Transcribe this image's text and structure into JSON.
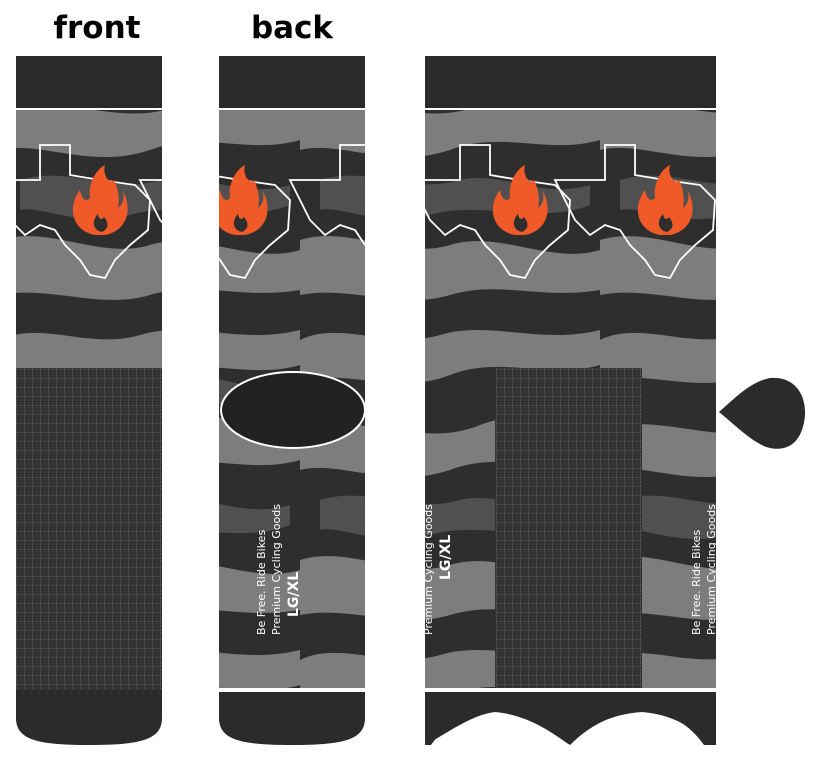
{
  "views": {
    "front_label": "front",
    "back_label": "back"
  },
  "tag": {
    "line1": "Be Free. Ride Bikes",
    "line2": "Premium Cycling Goods",
    "size": "LG/XL"
  },
  "colors": {
    "cuff": "#2b2b2b",
    "camo_dark": "#2e2e2e",
    "camo_mid": "#505050",
    "camo_light": "#7d7d7d",
    "flame": "#f05a28",
    "outline": "#ffffff"
  }
}
